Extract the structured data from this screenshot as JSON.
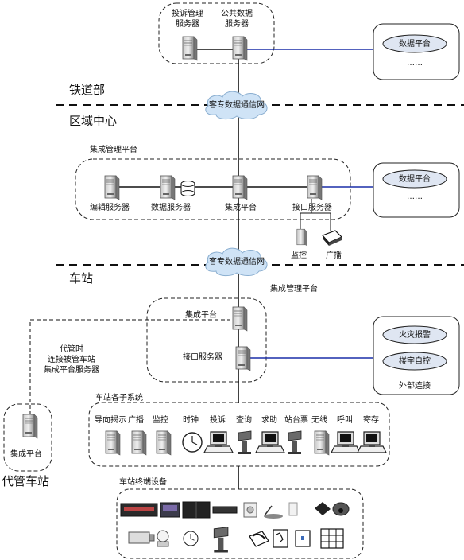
{
  "zones": {
    "railway_ministry": "铁道部",
    "regional_center": "区域中心",
    "station": "车站",
    "managed_station": "代管车站"
  },
  "ministry": {
    "complaint_server": [
      "投诉管理",
      "服务器"
    ],
    "public_data_server": [
      "公共数据",
      "服务器"
    ],
    "data_platform": "数据平台",
    "ellipsis": "……"
  },
  "network": {
    "cloud_1": "客专数据通信网",
    "cloud_2": "客专数据通信网"
  },
  "regional": {
    "group_title": "集成管理平台",
    "edit_server": "编辑服务器",
    "data_server": "数据服务器",
    "integration_platform": "集成平台",
    "interface_server": "接口服务器",
    "monitor": "监控",
    "broadcast": "广播",
    "data_platform": "数据平台",
    "ellipsis": "……"
  },
  "station": {
    "platform_title": "集成管理平台",
    "integration_platform": "集成平台",
    "interface_server": "接口服务器",
    "managed_note": [
      "代管时",
      "连接被管车站",
      "集成平台服务器"
    ],
    "fire_alarm": "火灾报警",
    "building_control": "楼宇自控",
    "external_link": "外部连接",
    "subsystems_title": "车站各子系统",
    "subsystems": [
      "导向揭示",
      "广播",
      "监控",
      "时钟",
      "投诉",
      "查询",
      "求助",
      "站台票",
      "无线",
      "呼叫",
      "寄存"
    ],
    "terminals_title": "车站终端设备"
  },
  "managed": {
    "integration_platform": "集成平台"
  },
  "colors": {
    "ellipse_fill": "#dfe6f2",
    "cloud_fill": "#cfe3f6",
    "link_blue": "#1a2ea8",
    "server_gray": "#9a9a9a"
  }
}
